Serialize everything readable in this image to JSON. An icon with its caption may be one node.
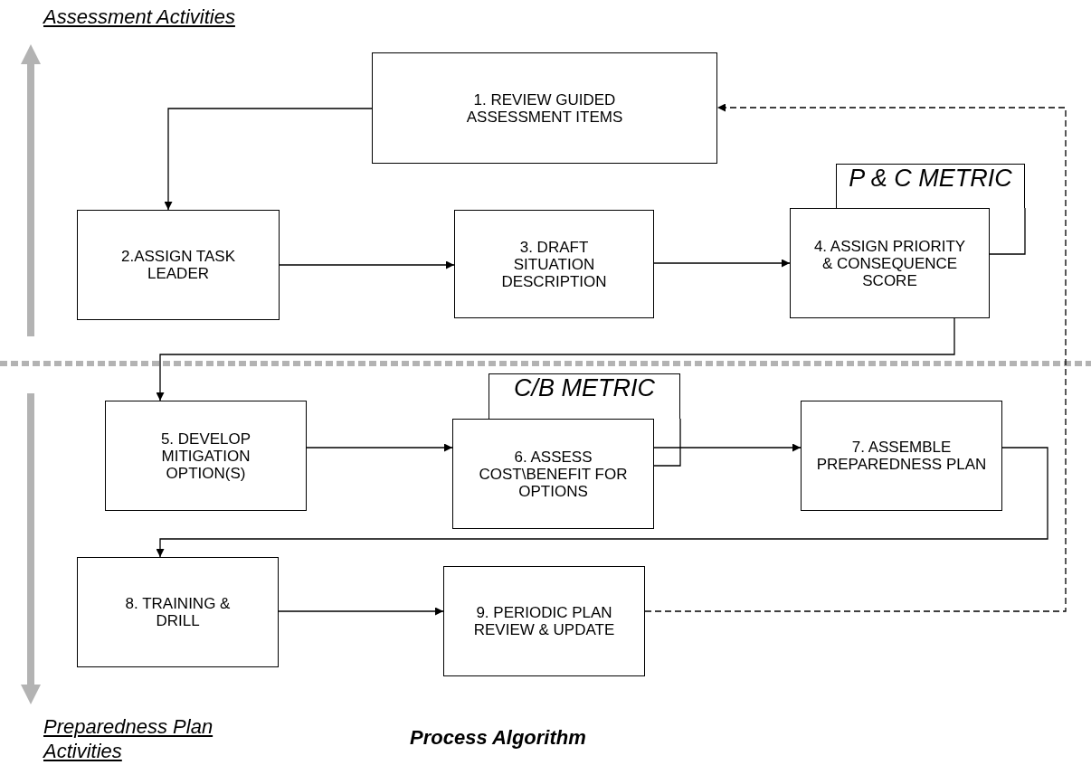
{
  "diagram": {
    "caption": "Process Algorithm",
    "nodes": [
      {
        "text": [
          "1. REVIEW GUIDED ASSESSMENT ITEMS"
        ]
      },
      {
        "text": [
          "2.ASSIGN TASK LEADER"
        ]
      },
      {
        "text": [
          "3. DRAFT SITUATION DESCRIPTION"
        ]
      },
      {
        "text": [
          "P & C METRIC"
        ]
      },
      {
        "text": [
          "4. ASSIGN PRIORITY & CONSEQUENCE SCORE"
        ]
      },
      {
        "text": [
          "5. DEVELOP MITIGATION OPTION(S)"
        ]
      },
      {
        "text": [
          "C/B METRIC"
        ]
      },
      {
        "text": [
          "6. ASSESS COST\\BENEFIT FOR OPTIONS"
        ]
      },
      {
        "text": [
          "7. ASSEMBLE PREPAREDNESS PLAN"
        ]
      },
      {
        "text": [
          "8. TRAINING & DRILL"
        ]
      },
      {
        "text": [
          "9. PERIODIC PLAN REVIEW & UPDATE"
        ]
      }
    ],
    "edges": [
      {
        "from": 0,
        "to": 1,
        "arrow": "to"
      },
      {
        "from": 1,
        "to": 2,
        "arrow": "to"
      },
      {
        "from": 2,
        "to": 4,
        "arrow": "to"
      },
      {
        "from": 4,
        "to": 5,
        "arrow": "to"
      },
      {
        "from": 5,
        "to": 7,
        "arrow": "to"
      },
      {
        "from": 7,
        "to": 8,
        "arrow": "to"
      },
      {
        "from": 8,
        "to": 9,
        "arrow": "to"
      },
      {
        "from": 9,
        "to": 10,
        "arrow": "to"
      },
      {
        "from": 10,
        "to": 0,
        "arrow": "to",
        "style": "dashed"
      }
    ],
    "labels": [
      "Assessment Activities",
      "Preparedness Plan Activities"
    ]
  }
}
